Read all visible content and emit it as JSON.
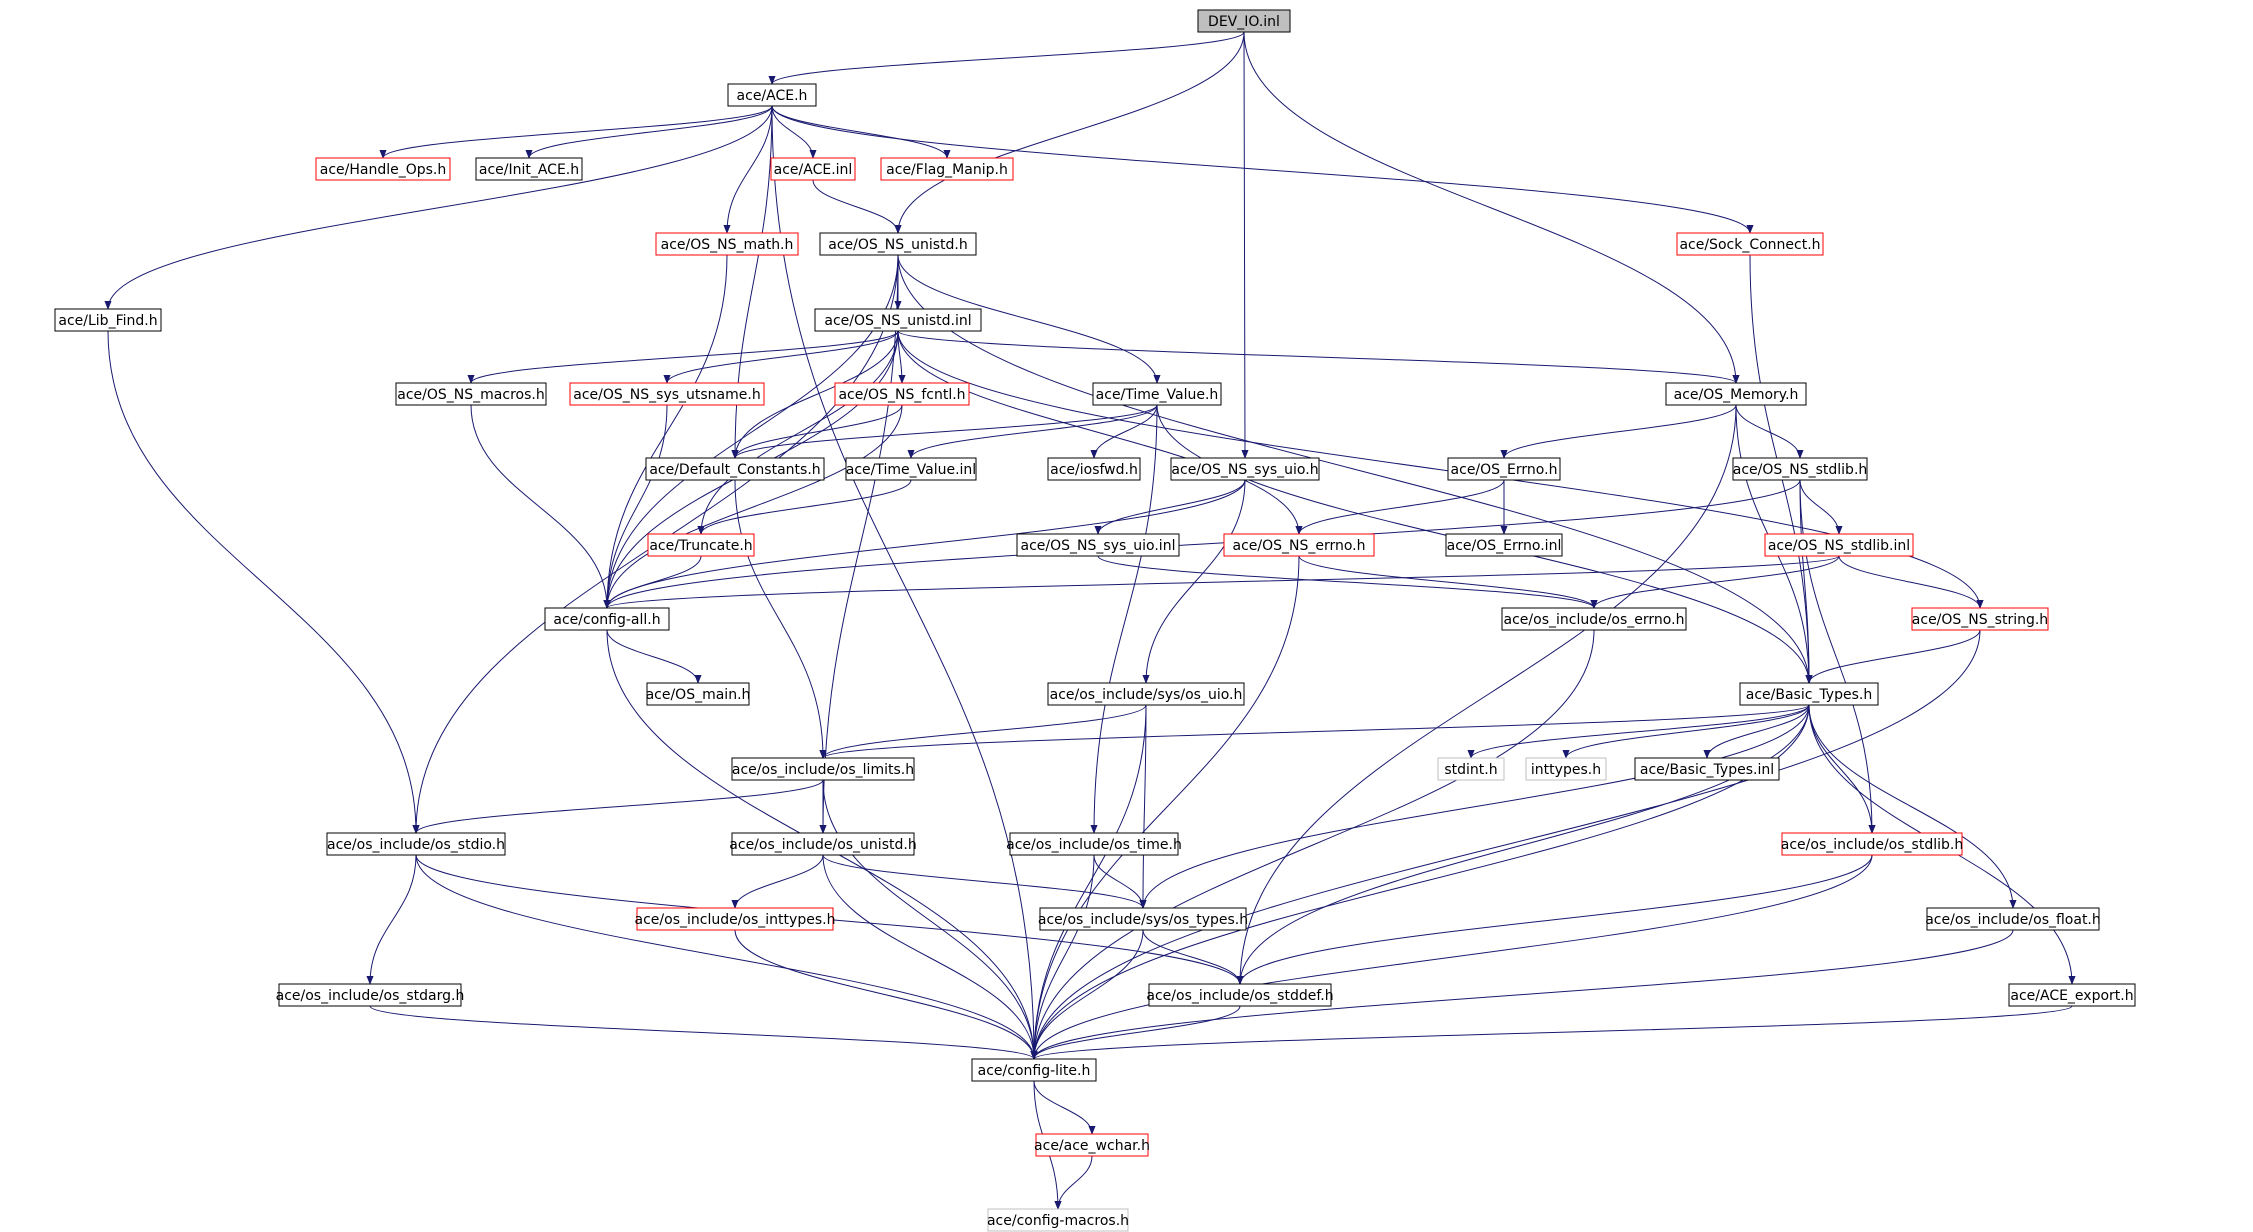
{
  "colors": {
    "edge": "#191970",
    "border_normal": "#000000",
    "border_truncated": "#ff0000",
    "border_undoc": "#bfbfbf",
    "root_fill": "#bfbfbf"
  },
  "nodes": [
    {
      "id": "dev_io_inl",
      "label": "DEV_IO.inl",
      "style": "root"
    },
    {
      "id": "ace_h",
      "label": "ace/ACE.h",
      "style": "normal"
    },
    {
      "id": "handle_ops",
      "label": "ace/Handle_Ops.h",
      "style": "truncated"
    },
    {
      "id": "init_ace",
      "label": "ace/Init_ACE.h",
      "style": "normal"
    },
    {
      "id": "ace_inl",
      "label": "ace/ACE.inl",
      "style": "truncated"
    },
    {
      "id": "flag_manip",
      "label": "ace/Flag_Manip.h",
      "style": "truncated"
    },
    {
      "id": "os_ns_math",
      "label": "ace/OS_NS_math.h",
      "style": "truncated"
    },
    {
      "id": "os_ns_unistd_h",
      "label": "ace/OS_NS_unistd.h",
      "style": "normal"
    },
    {
      "id": "sock_connect",
      "label": "ace/Sock_Connect.h",
      "style": "truncated"
    },
    {
      "id": "lib_find",
      "label": "ace/Lib_Find.h",
      "style": "normal"
    },
    {
      "id": "os_ns_unistd_inl",
      "label": "ace/OS_NS_unistd.inl",
      "style": "normal"
    },
    {
      "id": "os_ns_macros",
      "label": "ace/OS_NS_macros.h",
      "style": "normal"
    },
    {
      "id": "os_ns_sys_utsname",
      "label": "ace/OS_NS_sys_utsname.h",
      "style": "truncated"
    },
    {
      "id": "os_ns_fcntl",
      "label": "ace/OS_NS_fcntl.h",
      "style": "truncated"
    },
    {
      "id": "time_value_h",
      "label": "ace/Time_Value.h",
      "style": "normal"
    },
    {
      "id": "os_memory",
      "label": "ace/OS_Memory.h",
      "style": "normal"
    },
    {
      "id": "default_constants",
      "label": "ace/Default_Constants.h",
      "style": "normal"
    },
    {
      "id": "time_value_inl",
      "label": "ace/Time_Value.inl",
      "style": "normal"
    },
    {
      "id": "iosfwd",
      "label": "ace/iosfwd.h",
      "style": "normal"
    },
    {
      "id": "os_ns_sys_uio_h",
      "label": "ace/OS_NS_sys_uio.h",
      "style": "normal"
    },
    {
      "id": "os_errno_h",
      "label": "ace/OS_Errno.h",
      "style": "normal"
    },
    {
      "id": "os_ns_stdlib_h",
      "label": "ace/OS_NS_stdlib.h",
      "style": "normal"
    },
    {
      "id": "truncate",
      "label": "ace/Truncate.h",
      "style": "truncated"
    },
    {
      "id": "os_ns_sys_uio_inl",
      "label": "ace/OS_NS_sys_uio.inl",
      "style": "normal"
    },
    {
      "id": "os_ns_errno",
      "label": "ace/OS_NS_errno.h",
      "style": "truncated"
    },
    {
      "id": "os_errno_inl",
      "label": "ace/OS_Errno.inl",
      "style": "normal"
    },
    {
      "id": "os_ns_stdlib_inl",
      "label": "ace/OS_NS_stdlib.inl",
      "style": "truncated"
    },
    {
      "id": "config_all",
      "label": "ace/config-all.h",
      "style": "normal"
    },
    {
      "id": "os_include_errno",
      "label": "ace/os_include/os_errno.h",
      "style": "normal"
    },
    {
      "id": "os_ns_string",
      "label": "ace/OS_NS_string.h",
      "style": "truncated"
    },
    {
      "id": "os_main",
      "label": "ace/OS_main.h",
      "style": "normal"
    },
    {
      "id": "sys_os_uio",
      "label": "ace/os_include/sys/os_uio.h",
      "style": "normal"
    },
    {
      "id": "basic_types_h",
      "label": "ace/Basic_Types.h",
      "style": "normal"
    },
    {
      "id": "os_limits",
      "label": "ace/os_include/os_limits.h",
      "style": "normal"
    },
    {
      "id": "stdint",
      "label": "stdint.h",
      "style": "undoc"
    },
    {
      "id": "inttypes",
      "label": "inttypes.h",
      "style": "undoc"
    },
    {
      "id": "basic_types_inl",
      "label": "ace/Basic_Types.inl",
      "style": "normal"
    },
    {
      "id": "os_stdio",
      "label": "ace/os_include/os_stdio.h",
      "style": "normal"
    },
    {
      "id": "os_unistd",
      "label": "ace/os_include/os_unistd.h",
      "style": "normal"
    },
    {
      "id": "os_time",
      "label": "ace/os_include/os_time.h",
      "style": "normal"
    },
    {
      "id": "os_stdlib",
      "label": "ace/os_include/os_stdlib.h",
      "style": "truncated"
    },
    {
      "id": "os_inttypes",
      "label": "ace/os_include/os_inttypes.h",
      "style": "truncated"
    },
    {
      "id": "sys_os_types",
      "label": "ace/os_include/sys/os_types.h",
      "style": "normal"
    },
    {
      "id": "os_float",
      "label": "ace/os_include/os_float.h",
      "style": "normal"
    },
    {
      "id": "os_stdarg",
      "label": "ace/os_include/os_stdarg.h",
      "style": "normal"
    },
    {
      "id": "os_stddef",
      "label": "ace/os_include/os_stddef.h",
      "style": "normal"
    },
    {
      "id": "ace_export",
      "label": "ace/ACE_export.h",
      "style": "normal"
    },
    {
      "id": "config_lite",
      "label": "ace/config-lite.h",
      "style": "normal"
    },
    {
      "id": "ace_wchar",
      "label": "ace/ace_wchar.h",
      "style": "truncated"
    },
    {
      "id": "config_macros",
      "label": "ace/config-macros.h",
      "style": "undoc"
    }
  ],
  "edges": [
    [
      "dev_io_inl",
      "ace_h"
    ],
    [
      "dev_io_inl",
      "os_ns_unistd_h"
    ],
    [
      "dev_io_inl",
      "os_ns_sys_uio_h"
    ],
    [
      "dev_io_inl",
      "os_memory"
    ],
    [
      "ace_h",
      "handle_ops"
    ],
    [
      "ace_h",
      "init_ace"
    ],
    [
      "ace_h",
      "ace_inl"
    ],
    [
      "ace_h",
      "flag_manip"
    ],
    [
      "ace_h",
      "os_ns_math"
    ],
    [
      "ace_h",
      "sock_connect"
    ],
    [
      "ace_h",
      "lib_find"
    ],
    [
      "ace_h",
      "default_constants"
    ],
    [
      "ace_h",
      "config_lite"
    ],
    [
      "ace_inl",
      "os_ns_unistd_h"
    ],
    [
      "os_ns_math",
      "config_all"
    ],
    [
      "sock_connect",
      "basic_types_h"
    ],
    [
      "lib_find",
      "os_stdio"
    ],
    [
      "os_ns_unistd_h",
      "os_ns_unistd_inl"
    ],
    [
      "os_ns_unistd_h",
      "time_value_h"
    ],
    [
      "os_ns_unistd_h",
      "basic_types_h"
    ],
    [
      "os_ns_unistd_h",
      "config_all"
    ],
    [
      "os_ns_unistd_h",
      "os_stdio"
    ],
    [
      "os_ns_unistd_h",
      "os_unistd"
    ],
    [
      "os_ns_unistd_inl",
      "os_ns_macros"
    ],
    [
      "os_ns_unistd_inl",
      "os_ns_sys_utsname"
    ],
    [
      "os_ns_unistd_inl",
      "os_ns_fcntl"
    ],
    [
      "os_ns_unistd_inl",
      "os_memory"
    ],
    [
      "os_ns_unistd_inl",
      "default_constants"
    ],
    [
      "os_ns_unistd_inl",
      "os_ns_errno"
    ],
    [
      "os_ns_unistd_inl",
      "os_ns_string"
    ],
    [
      "os_ns_unistd_inl",
      "truncate"
    ],
    [
      "os_ns_unistd_inl",
      "config_all"
    ],
    [
      "os_ns_macros",
      "config_all"
    ],
    [
      "os_ns_sys_utsname",
      "config_all"
    ],
    [
      "os_ns_fcntl",
      "default_constants"
    ],
    [
      "os_ns_fcntl",
      "config_all"
    ],
    [
      "time_value_h",
      "default_constants"
    ],
    [
      "time_value_h",
      "time_value_inl"
    ],
    [
      "time_value_h",
      "iosfwd"
    ],
    [
      "time_value_h",
      "os_time"
    ],
    [
      "time_value_h",
      "basic_types_h"
    ],
    [
      "time_value_inl",
      "truncate"
    ],
    [
      "truncate",
      "config_all"
    ],
    [
      "default_constants",
      "os_limits"
    ],
    [
      "os_ns_sys_uio_h",
      "os_ns_sys_uio_inl"
    ],
    [
      "os_ns_sys_uio_h",
      "config_all"
    ],
    [
      "os_ns_sys_uio_h",
      "sys_os_uio"
    ],
    [
      "os_ns_sys_uio_inl",
      "os_include_errno"
    ],
    [
      "os_ns_errno",
      "os_include_errno"
    ],
    [
      "os_ns_errno",
      "config_lite"
    ],
    [
      "os_memory",
      "os_errno_h"
    ],
    [
      "os_memory",
      "os_ns_stdlib_h"
    ],
    [
      "os_memory",
      "basic_types_h"
    ],
    [
      "os_memory",
      "os_stddef"
    ],
    [
      "os_errno_h",
      "os_errno_inl"
    ],
    [
      "os_errno_h",
      "os_ns_errno"
    ],
    [
      "os_ns_stdlib_h",
      "os_ns_stdlib_inl"
    ],
    [
      "os_ns_stdlib_h",
      "basic_types_h"
    ],
    [
      "os_ns_stdlib_h",
      "config_all"
    ],
    [
      "os_ns_stdlib_h",
      "os_stdlib"
    ],
    [
      "os_ns_stdlib_inl",
      "os_ns_string"
    ],
    [
      "os_ns_stdlib_inl",
      "os_include_errno"
    ],
    [
      "os_ns_stdlib_inl",
      "config_all"
    ],
    [
      "os_ns_string",
      "basic_types_h"
    ],
    [
      "os_ns_string",
      "config_lite"
    ],
    [
      "config_all",
      "os_main"
    ],
    [
      "config_all",
      "config_lite"
    ],
    [
      "os_include_errno",
      "config_lite"
    ],
    [
      "sys_os_uio",
      "os_limits"
    ],
    [
      "sys_os_uio",
      "sys_os_types"
    ],
    [
      "sys_os_uio",
      "config_lite"
    ],
    [
      "basic_types_h",
      "stdint"
    ],
    [
      "basic_types_h",
      "inttypes"
    ],
    [
      "basic_types_h",
      "basic_types_inl"
    ],
    [
      "basic_types_h",
      "os_limits"
    ],
    [
      "basic_types_h",
      "os_stdlib"
    ],
    [
      "basic_types_h",
      "os_float"
    ],
    [
      "basic_types_h",
      "ace_export"
    ],
    [
      "basic_types_h",
      "sys_os_types"
    ],
    [
      "basic_types_h",
      "os_stddef"
    ],
    [
      "basic_types_h",
      "config_lite"
    ],
    [
      "os_limits",
      "os_stdio"
    ],
    [
      "os_limits",
      "os_unistd"
    ],
    [
      "os_limits",
      "config_lite"
    ],
    [
      "os_stdio",
      "os_stdarg"
    ],
    [
      "os_stdio",
      "os_stddef"
    ],
    [
      "os_stdio",
      "config_lite"
    ],
    [
      "os_unistd",
      "os_inttypes"
    ],
    [
      "os_unistd",
      "sys_os_types"
    ],
    [
      "os_unistd",
      "config_lite"
    ],
    [
      "os_time",
      "sys_os_types"
    ],
    [
      "os_time",
      "config_lite"
    ],
    [
      "os_stdlib",
      "os_stddef"
    ],
    [
      "os_stdlib",
      "config_lite"
    ],
    [
      "os_inttypes",
      "config_lite"
    ],
    [
      "sys_os_types",
      "os_stddef"
    ],
    [
      "sys_os_types",
      "config_lite"
    ],
    [
      "os_float",
      "config_lite"
    ],
    [
      "os_stdarg",
      "config_lite"
    ],
    [
      "os_stddef",
      "config_lite"
    ],
    [
      "ace_export",
      "config_lite"
    ],
    [
      "config_lite",
      "ace_wchar"
    ],
    [
      "config_lite",
      "config_macros"
    ],
    [
      "ace_wchar",
      "config_macros"
    ]
  ]
}
